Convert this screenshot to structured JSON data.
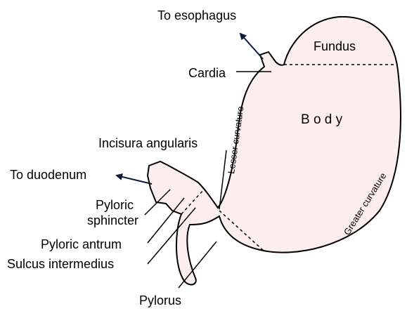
{
  "labels": {
    "to_esophagus": "To esophagus",
    "fundus": "Fundus",
    "cardia": "Cardia",
    "body": "B o d y",
    "lesser_curvature": "Lesser curvature",
    "greater_curvature": "Greater curvature",
    "incisura_angularis": "Incisura angularis",
    "to_duodenum": "To duodenum",
    "pyloric_sphincter_line1": "Pyloric",
    "pyloric_sphincter_line2": "sphincter",
    "pyloric_antrum": "Pyloric antrum",
    "sulcus_intermedius": "Sulcus intermedius",
    "pylorus": "Pylorus"
  },
  "colors": {
    "stomach_fill": "#fdeeee",
    "outline": "#000000",
    "arrow": "#0a1a3a"
  }
}
